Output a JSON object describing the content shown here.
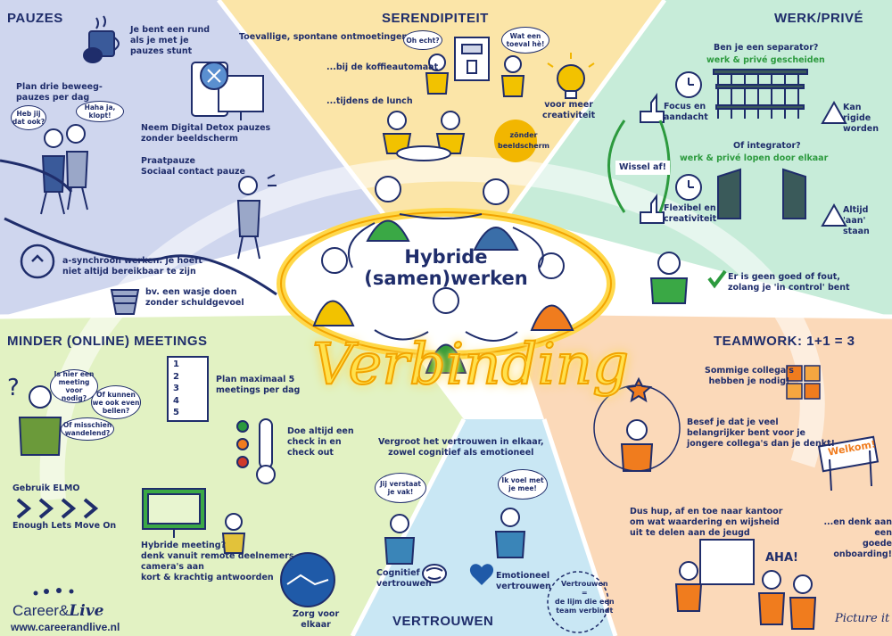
{
  "center": {
    "title": "Hybride\n(samen)werken",
    "main": "Verbinding"
  },
  "pauzes": {
    "heading": "PAUZES",
    "stunt": "Je bent een rund\nals je met je\npauzes stunt",
    "plan": "Plan drie beweeg-\npauzes per dag",
    "bubble1": "Heb jij\ndat ook?",
    "bubble2": "Haha ja, klopt!",
    "detox": "Neem Digital Detox pauzes\nzonder beeldscherm",
    "praat": "Praatpauze\nSociaal contact pauze",
    "async": "a-synchroon werken: je hoeft\nniet altijd bereikbaar te zijn",
    "wasje": "bv. een wasje doen\nzonder schuldgevoel"
  },
  "serendipiteit": {
    "heading": "SERENDIPITEIT",
    "toevallig": "Toevallige, spontane ontmoetingen...",
    "koffie": "...bij de koffieautomaat",
    "lunch": "...tijdens de lunch",
    "bubble1": "Oh echt?",
    "bubble2": "Wat een\ntoeval hè!",
    "creativiteit": "voor meer\ncreativiteit",
    "zonder": "zönder\nbeeldscherm"
  },
  "werkprive": {
    "heading": "WERK/PRIVÉ",
    "separator_q": "Ben je een separator?",
    "separator_a": "werk & privé gescheiden",
    "focus": "Focus en\naandacht",
    "rigide": "Kan rigide\nworden",
    "wissel": "Wissel af!",
    "integrator_q": "Of integrator?",
    "integrator_a": "werk & privé lopen door elkaar",
    "flexibel": "Flexibel en\ncreativiteit",
    "altijd": "Altijd 'aan'\nstaan",
    "goed": "Er is geen goed of fout,\nzolang je 'in control' bent"
  },
  "meetings": {
    "heading": "MINDER (ONLINE) MEETINGS",
    "bubble1": "Is hier een\nmeeting voor\nnodig?",
    "bubble2": "Of kunnen\nwe ook even\nbellen?",
    "bubble3": "Of misschien\nwandelend?",
    "list": [
      "1",
      "2",
      "3",
      "4",
      "5"
    ],
    "plan": "Plan maximaal 5\nmeetings per dag",
    "checkin": "Doe altijd een\ncheck in en\ncheck out",
    "elmo": "Gebruik ELMO",
    "elmo_full": "Enough Lets Move On",
    "hybride": "Hybride meeting?\ndenk vanuit remote deelnemers\ncamera's aan\nkort & krachtig antwoorden"
  },
  "vertrouwen": {
    "heading": "VERTROUWEN",
    "vergroot": "Vergroot het vertrouwen in elkaar,\nzowel cognitief als emotioneel",
    "bubble1": "Jij verstaat\nje vak!",
    "bubble2": "Ik voel met\nje mee!",
    "cognitief": "Cognitief\nvertrouwen",
    "emotioneel": "Emotioneel\nvertrouwen",
    "zorg": "Zorg voor\nelkaar",
    "lijm": "Vertrouwen\n=\nde lijm die een\nteam verbindt"
  },
  "teamwork": {
    "heading": "TEAMWORK: 1+1 = 3",
    "sommige": "Sommige collega's\nhebben je nodig!",
    "besef": "Besef je dat je veel\nbelangrijker bent voor je\njongere collega's dan je denkt!",
    "welkom": "Welkom!",
    "hup": "Dus hup, af en toe naar kantoor\nom wat waardering en wijsheid\nuit te delen aan de jeugd",
    "onboarding": "...en denk aan een\ngoede onboarding!",
    "aha": "AHA!"
  },
  "footer": {
    "brand1": "Career",
    "brand2": "&",
    "brand3": "Live",
    "url": "www.careerandlive.nl",
    "signature": "Picture it"
  },
  "colors": {
    "pauzes_bg": "#cfd6ee",
    "serendipiteit_bg": "#fbe5a8",
    "werkprive_bg": "#c7ecd9",
    "meetings_bg": "#e2f2c3",
    "vertrouwen_bg": "#c9e7f4",
    "teamwork_bg": "#fbd9b9",
    "ink": "#1f2d6b",
    "green": "#2c9a3e",
    "gold": "#f2b600",
    "orange": "#f07c1e"
  }
}
